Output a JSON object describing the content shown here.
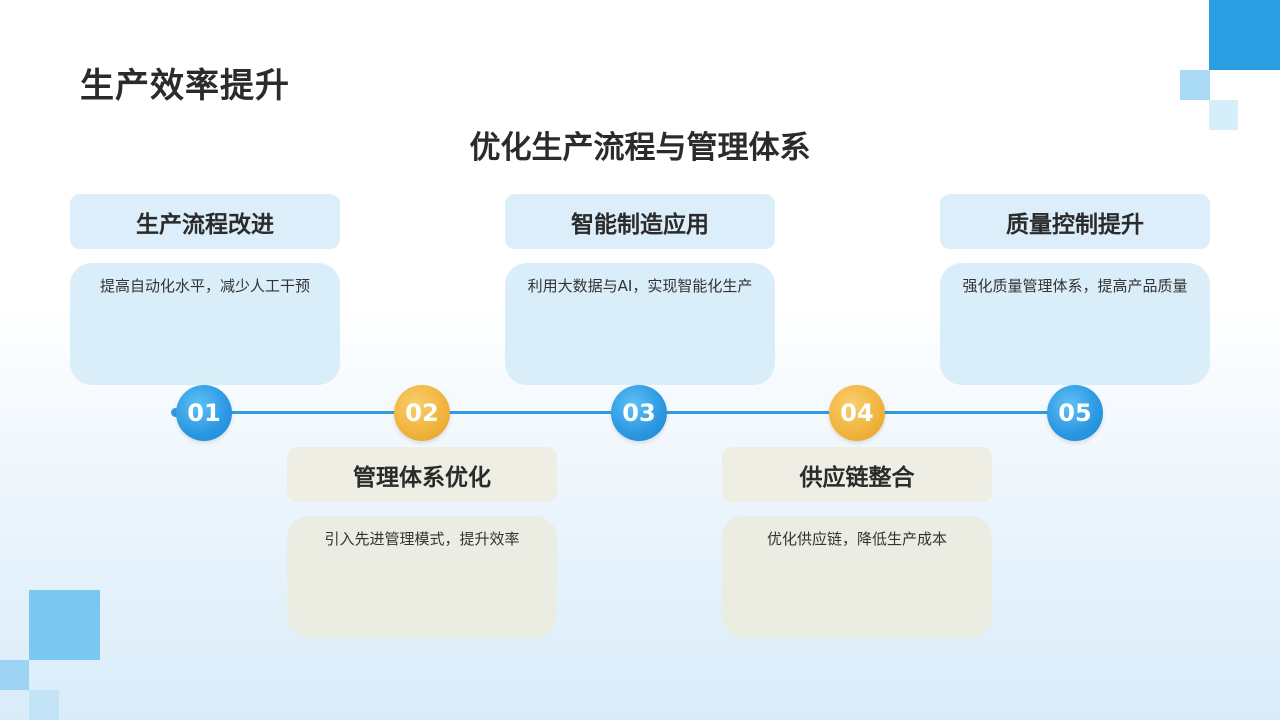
{
  "title": "生产效率提升",
  "subtitle": "优化生产流程与管理体系",
  "steps": [
    {
      "number": "01",
      "heading": "生产流程改进",
      "description": "提高自动化水平，减少人工干预"
    },
    {
      "number": "02",
      "heading": "管理体系优化",
      "description": "引入先进管理模式，提升效率"
    },
    {
      "number": "03",
      "heading": "智能制造应用",
      "description": "利用大数据与AI，实现智能化生产"
    },
    {
      "number": "04",
      "heading": "供应链整合",
      "description": "优化供应链，降低生产成本"
    },
    {
      "number": "05",
      "heading": "质量控制提升",
      "description": "强化质量管理体系，提高产品质量"
    }
  ],
  "colors": {
    "accent_blue": "#2a97e2",
    "accent_gold": "#f0b23c",
    "card_blue": "#dbeefa",
    "card_beige": "#eeeee4"
  }
}
